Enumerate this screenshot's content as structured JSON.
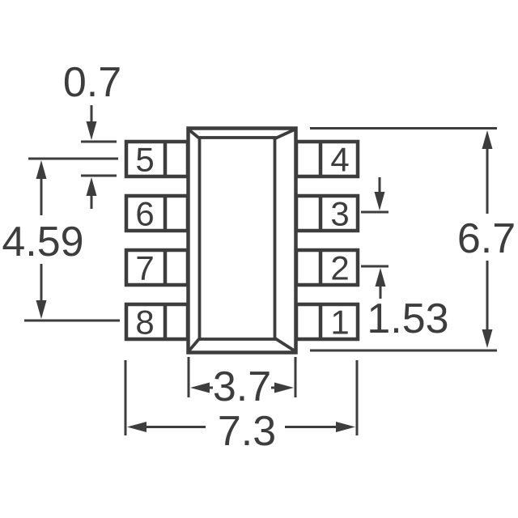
{
  "drawing": {
    "pins": {
      "left": [
        "5",
        "6",
        "7",
        "8"
      ],
      "right": [
        "4",
        "3",
        "2",
        "1"
      ]
    },
    "dimensions": {
      "pad_height": "0.7",
      "left_pad_span": "4.59",
      "pad_pitch": "1.53",
      "body_width": "3.7",
      "overall_width": "7.3",
      "overall_height": "6.7"
    },
    "colors": {
      "line": "#3d3d3d",
      "background": "#ffffff"
    }
  }
}
